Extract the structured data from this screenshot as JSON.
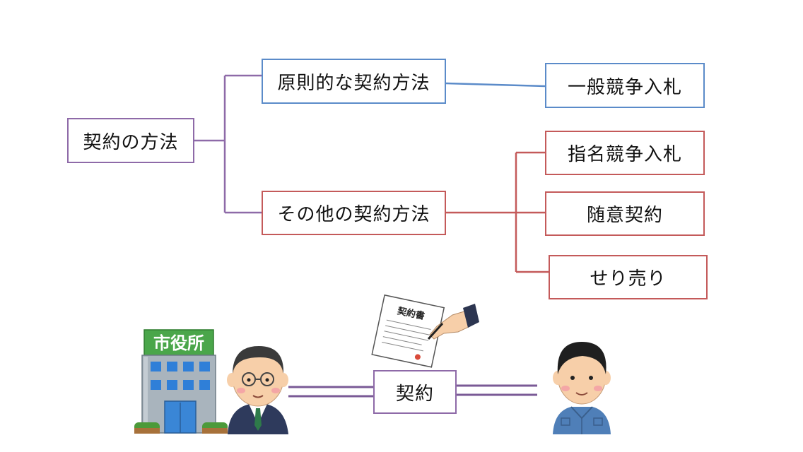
{
  "root": {
    "label": "契約の方法"
  },
  "branches": [
    {
      "label": "原則的な契約方法",
      "children": [
        "一般競争入札"
      ]
    },
    {
      "label": "その他の契約方法",
      "children": [
        "指名競争入札",
        "随意契約",
        "せり売り"
      ]
    }
  ],
  "illustration": {
    "building_sign": "市役所",
    "document_title": "契約書",
    "link_label": "契約"
  },
  "colors": {
    "root": "#8e6aa8",
    "principal": "#5b8bc9",
    "other": "#c45a5a"
  }
}
